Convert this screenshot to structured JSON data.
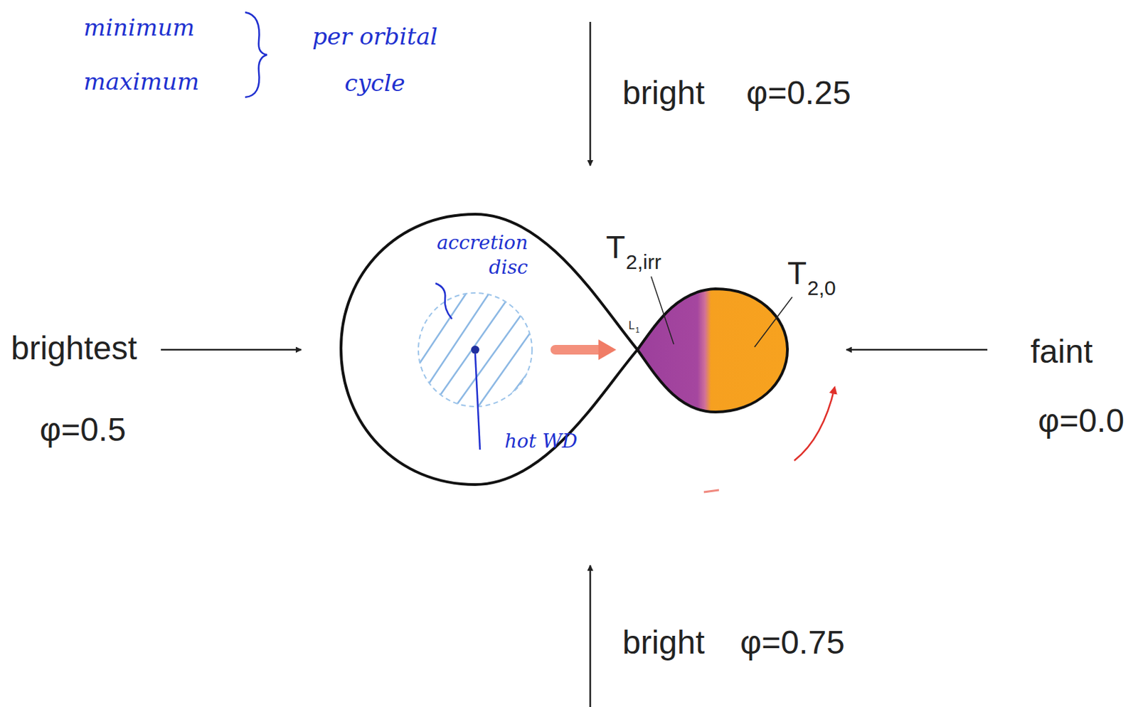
{
  "diagram": {
    "labels": [
      "minimum",
      "maximum",
      "per orbital cycle",
      "bright",
      "φ=0.25",
      "accretion disc",
      "L",
      "1",
      "T",
      "2,irr",
      "T",
      "2,0",
      "brightest",
      "φ=0.5",
      "faint",
      "φ=0.0",
      "hot WD",
      "bright",
      "φ=0.75"
    ]
  }
}
